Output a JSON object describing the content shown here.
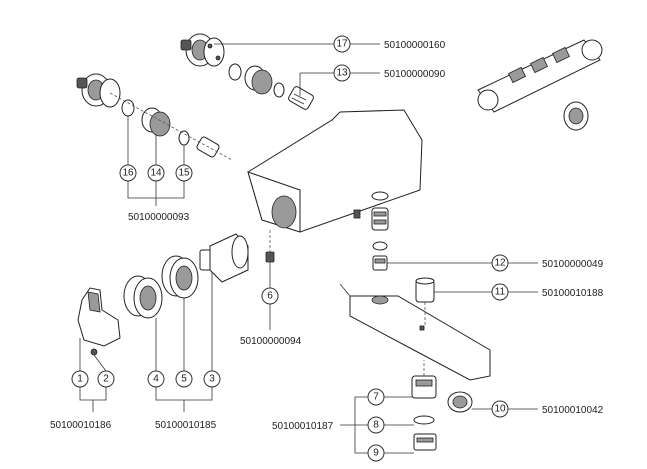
{
  "callouts": {
    "c1": "1",
    "c2": "2",
    "c3": "3",
    "c4": "4",
    "c5": "5",
    "c6": "6",
    "c7": "7",
    "c8": "8",
    "c9": "9",
    "c10": "10",
    "c11": "11",
    "c12": "12",
    "c13": "13",
    "c14": "14",
    "c15": "15",
    "c16": "16",
    "c17": "17"
  },
  "codes": {
    "part17": "50100000160",
    "part13": "50100000090",
    "group_14_16": "50100000093",
    "part6": "50100000094",
    "part12": "50100000049",
    "part11": "50100010188",
    "group_1_2": "50100010186",
    "group_3_5": "50100010185",
    "group_7_9": "50100010187",
    "part10": "50100010042"
  }
}
